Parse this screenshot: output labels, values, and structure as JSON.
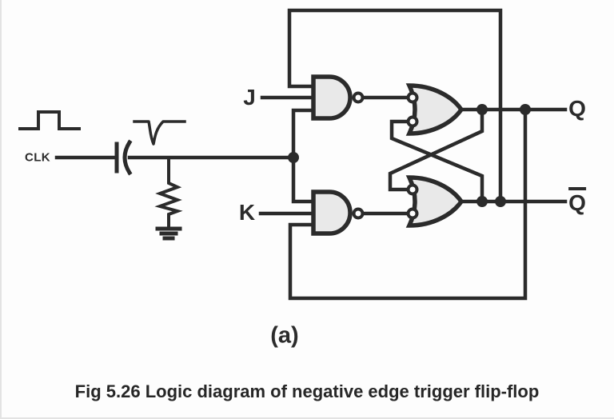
{
  "figure": {
    "caption": "Fig 5.26 Logic diagram of negative edge trigger flip-flop",
    "subfigure_label": "(a)"
  },
  "labels": {
    "clock": "CLK",
    "j_input": "J",
    "k_input": "K",
    "q_output": "Q",
    "q_bar_output": "Q"
  },
  "diagram": {
    "colors": {
      "line": "#2b2b2b",
      "gate_fill": "#e9e9e9",
      "bubble_fill": "#fdfdfd",
      "background": "#fdfdfd",
      "text": "#2b2b2b"
    },
    "components": [
      "clock-pulse-waveform",
      "capacitor",
      "negative-spike-waveform",
      "resistor",
      "ground-symbol",
      "clock-junction",
      "nand-gate-j",
      "nand-gate-k",
      "nor-or-gate-top",
      "nor-or-gate-bottom",
      "cross-coupled-feedback",
      "q-output-wire",
      "q-bar-output-wire"
    ]
  }
}
